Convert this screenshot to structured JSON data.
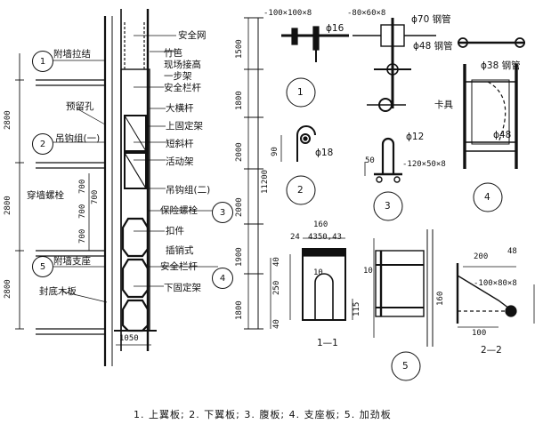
{
  "labels": {
    "safety_net": "安全网",
    "bamboo_fence": "竹笆",
    "raise_on_site": "现场接高",
    "one_step_frame": "一步架",
    "safety_rail_top": "安全栏杆",
    "big_ledger": "大横杆",
    "upper_fixed_frame": "上固定架",
    "short_brace": "短斜杆",
    "movable_frame": "活动架",
    "hook_group_2": "吊钩组(二)",
    "safety_bolt": "保险螺栓",
    "fastener": "扣件",
    "plug_pin": "插销式",
    "safety_rail_bottom": "安全栏杆",
    "lower_fixed_frame": "下固定架",
    "wall_tie": "附墙拉结",
    "reserved_hole": "预留孔",
    "hook_group_1": "吊钩组(一)",
    "through_wall_bolt": "穿墙螺栓",
    "wall_support": "附墙支座",
    "bottom_board": "封底木板",
    "steel_plate_a": "-100×100×8",
    "steel_plate_b": "-80×60×8",
    "phi16": "ϕ16",
    "pipe70": "ϕ70 钢管",
    "pipe48": "ϕ48 钢管",
    "pipe38": "ϕ38 钢管",
    "clamp": "卡具",
    "phi48": "ϕ48",
    "phi18": "ϕ18",
    "phi12": "ϕ12",
    "plate_120": "-120×50×8",
    "plate_100x80": "-100×80×8",
    "section_11": "1—1",
    "section_22": "2—2"
  },
  "circle_markers": [
    "1",
    "2",
    "3",
    "4",
    "5"
  ],
  "section_numbers": [
    "1",
    "2",
    "3",
    "4",
    "5"
  ],
  "left_dims": [
    "2800",
    "2800",
    "2800",
    "700",
    "700",
    "700",
    "700"
  ],
  "mid_dims": [
    "1500",
    "1800",
    "2000",
    "2000",
    "1900",
    "1800",
    "11200"
  ],
  "detail_dims": {
    "d90": "90",
    "d50": "50",
    "d160": "160",
    "d24": "24",
    "d4335043": "4350,43",
    "d40a": "40",
    "d250": "250",
    "d115": "115",
    "d10a": "10",
    "d10b": "10",
    "d40b": "40",
    "d200": "200",
    "d48": "48",
    "d100": "100",
    "d160b": "160",
    "d1050": "1050"
  },
  "caption": "1. 上翼板; 2. 下翼板; 3. 腹板; 4. 支座板; 5. 加劲板"
}
